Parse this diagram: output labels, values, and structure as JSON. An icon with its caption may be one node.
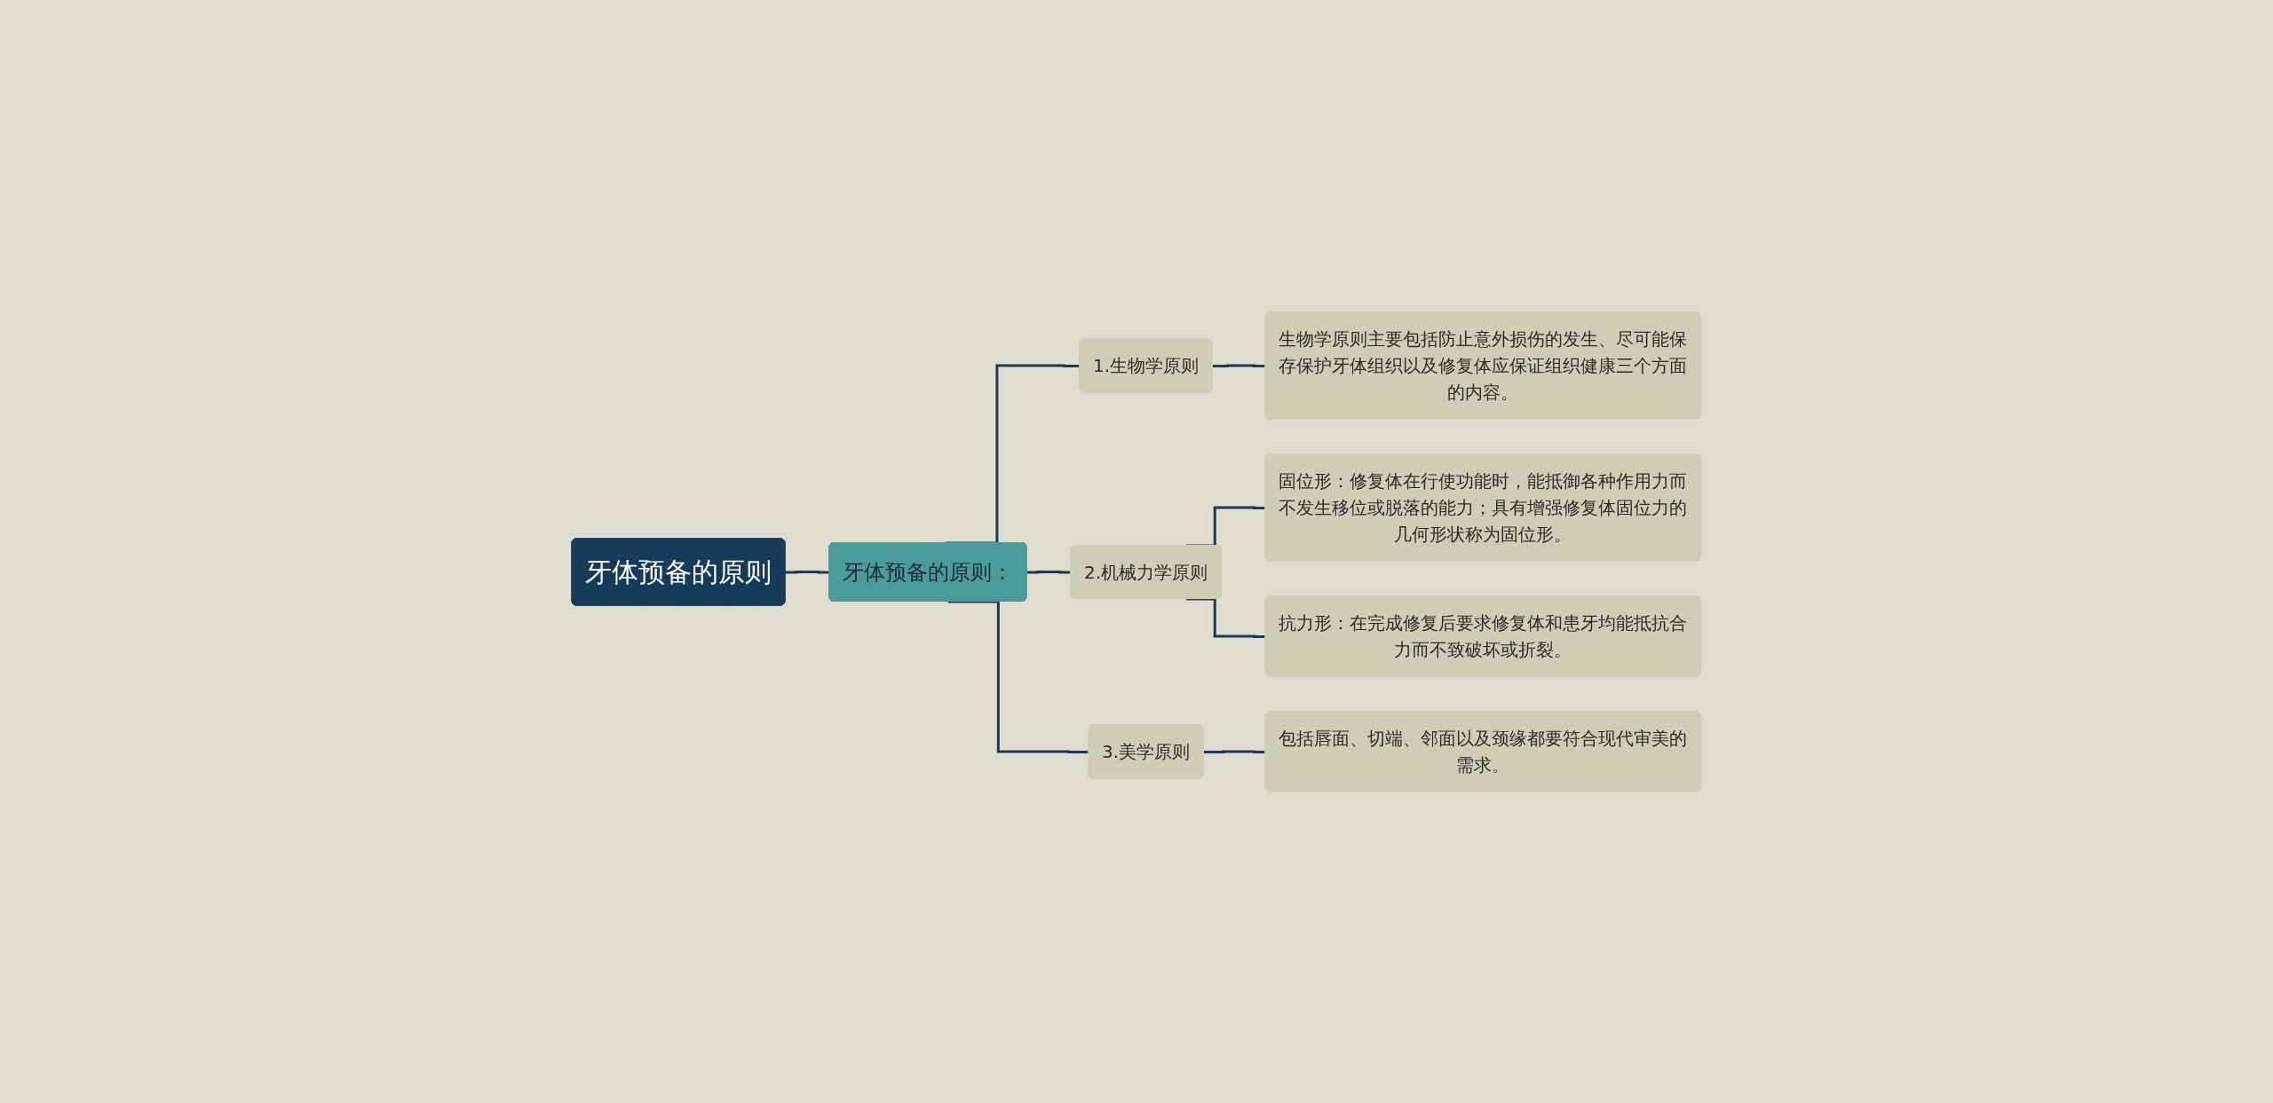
{
  "diagram": {
    "nodes": [
      {
        "text": [
          "牙体预备的原则"
        ]
      },
      {
        "text": [
          "牙体预备的原则："
        ]
      },
      {
        "text": [
          "1.生物学原则"
        ]
      },
      {
        "text": [
          "生物学原则主要包括防止意外损伤的发生、尽可能保存保护牙体组织以及修复体应保证组织健康三个方面的内容。"
        ]
      },
      {
        "text": [
          "2.机械力学原则"
        ]
      },
      {
        "text": [
          "固位形：修复体在行使功能时，能抵御各种作用力而不发生移位或脱落的能力；具有增强修复体固位力的几何形状称为固位形。"
        ]
      },
      {
        "text": [
          "抗力形：在完成修复后要求修复体和患牙均能抵抗合力而不致破坏或折裂。"
        ]
      },
      {
        "text": [
          "3.美学原则"
        ]
      },
      {
        "text": [
          "包括唇面、切端、邻面以及颈缘都要符合现代审美的需求。"
        ]
      }
    ],
    "edges": [
      {
        "from": 0,
        "to": 1,
        "arrow": "none"
      },
      {
        "from": 1,
        "to": 2,
        "arrow": "none"
      },
      {
        "from": 2,
        "to": 3,
        "arrow": "none"
      },
      {
        "from": 1,
        "to": 4,
        "arrow": "none"
      },
      {
        "from": 4,
        "to": 5,
        "arrow": "none"
      },
      {
        "from": 4,
        "to": 6,
        "arrow": "none"
      },
      {
        "from": 1,
        "to": 7,
        "arrow": "none"
      },
      {
        "from": 7,
        "to": 8,
        "arrow": "none"
      }
    ]
  }
}
